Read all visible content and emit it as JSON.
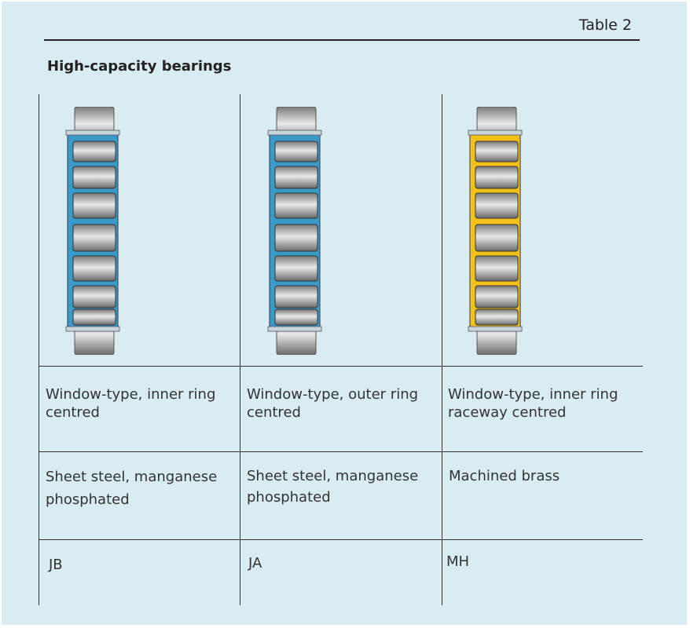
{
  "table_label": "Table 2",
  "heading": "High-capacity bearings",
  "columns": [
    {
      "image": "window-type-cage-blue",
      "cage_color": "#3a9bc9",
      "design": "Window-type, inner ring centred",
      "material": "Sheet steel, manganese phosphated",
      "suffix": "JB"
    },
    {
      "image": "window-type-cage-blue",
      "cage_color": "#3a9bc9",
      "design": "Window-type, outer ring centred",
      "material": "Sheet steel, manganese phosphated",
      "suffix": "JA"
    },
    {
      "image": "window-type-cage-yellow",
      "cage_color": "#f2c21b",
      "design": "Window-type, inner ring raceway centred",
      "material": "Machined brass",
      "suffix": "MH"
    }
  ]
}
